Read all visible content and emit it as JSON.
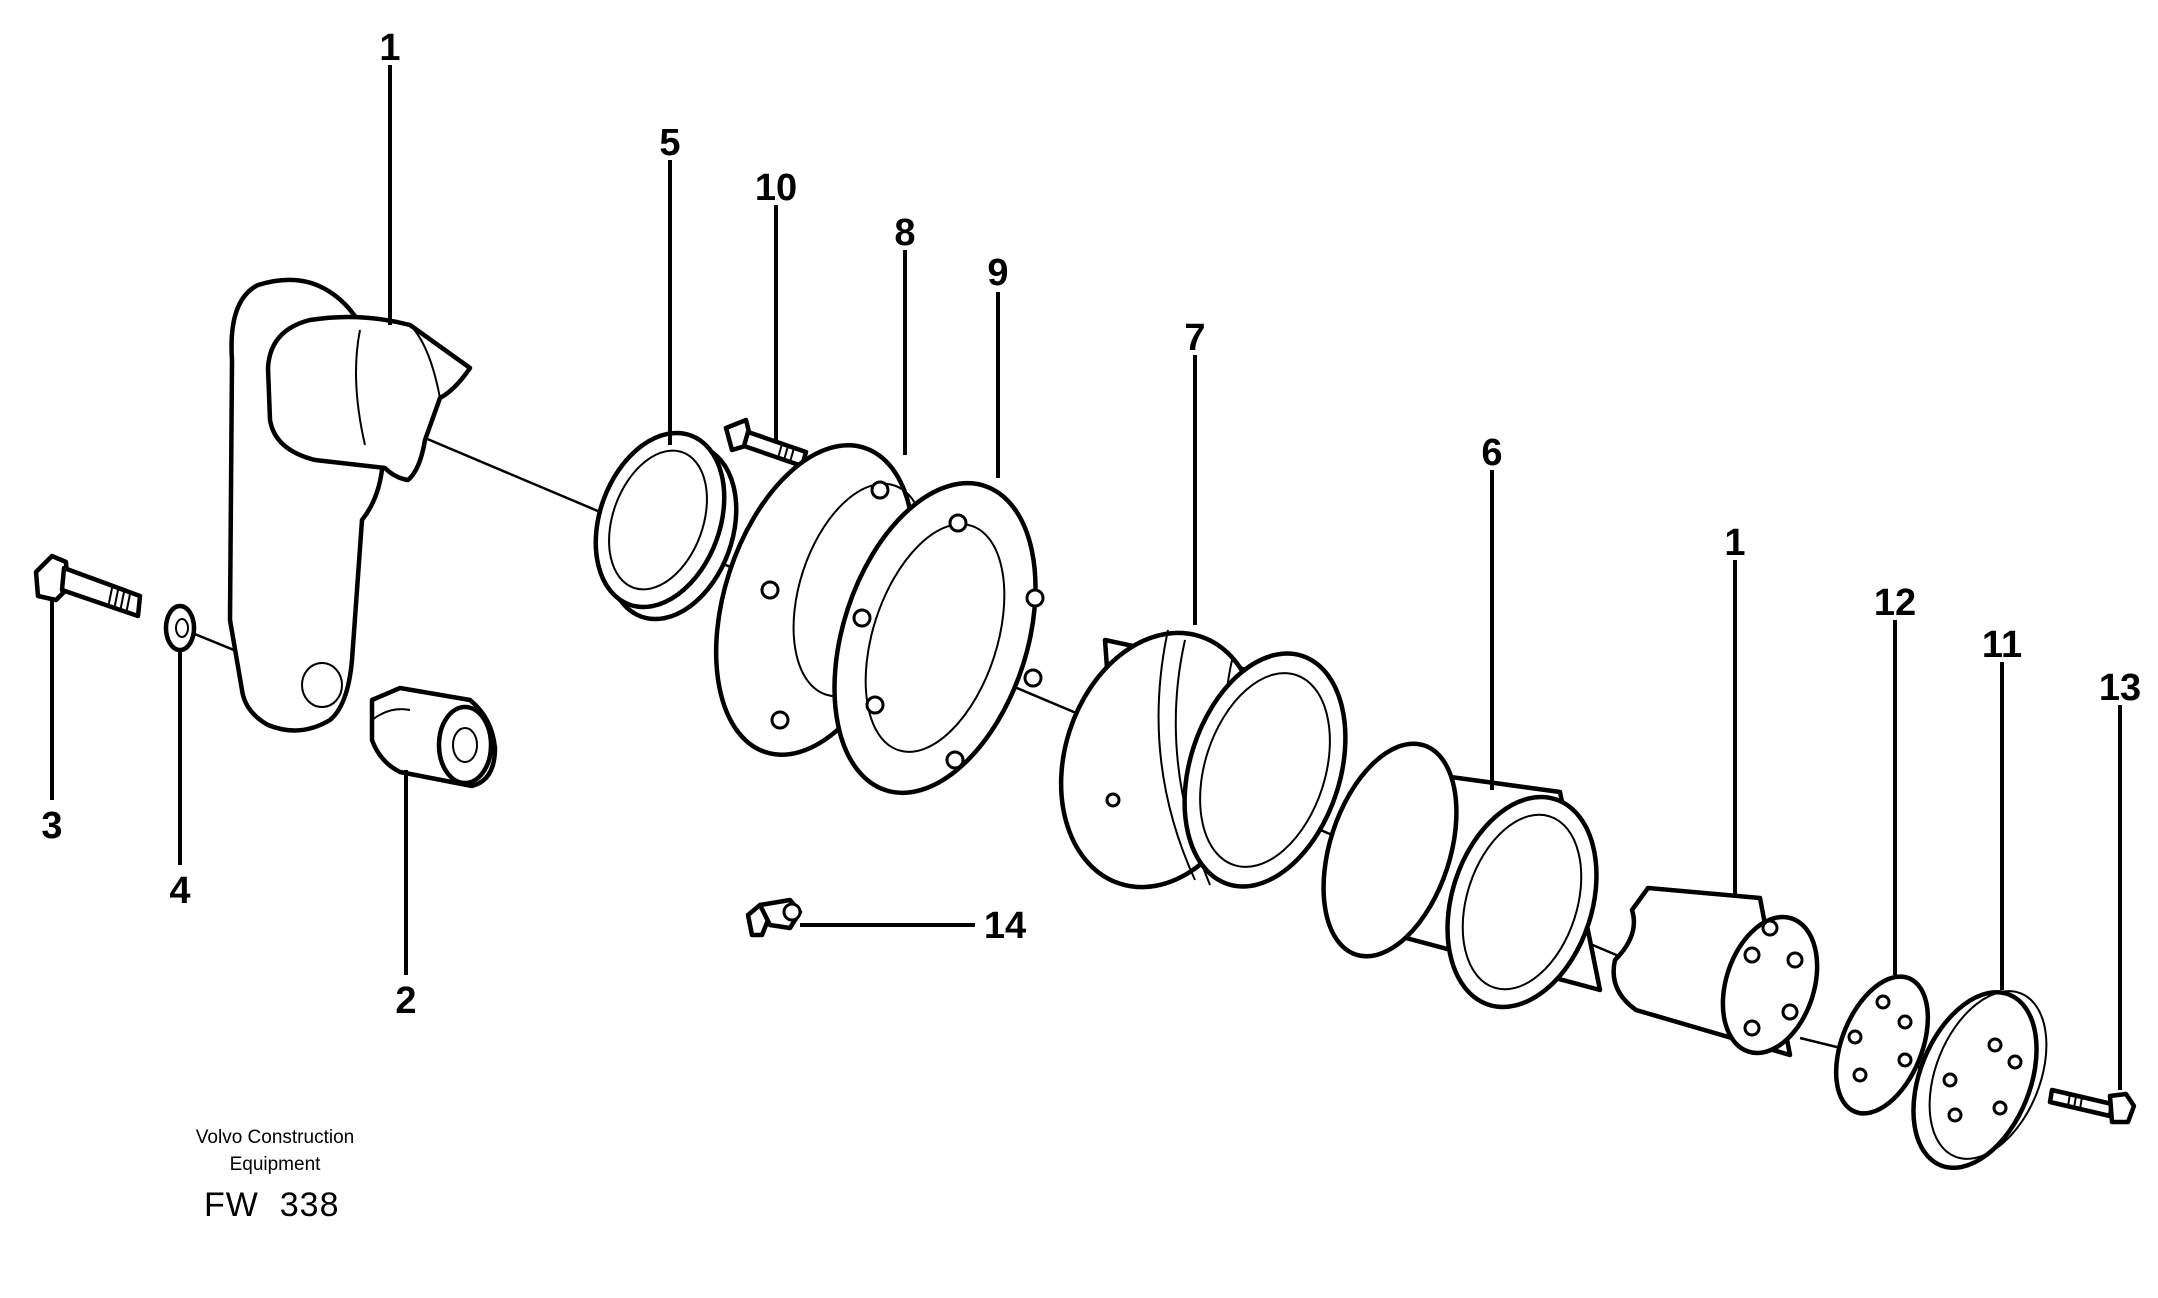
{
  "callouts": {
    "c1_top": "1",
    "c1_right": "1",
    "c2": "2",
    "c3": "3",
    "c4": "4",
    "c5": "5",
    "c6": "6",
    "c7": "7",
    "c8": "8",
    "c9": "9",
    "c10": "10",
    "c11": "11",
    "c12": "12",
    "c13": "13",
    "c14": "14"
  },
  "footer": {
    "credit_line1": "Volvo Construction",
    "credit_line2": "Equipment",
    "drawing_code": "FW  338"
  }
}
